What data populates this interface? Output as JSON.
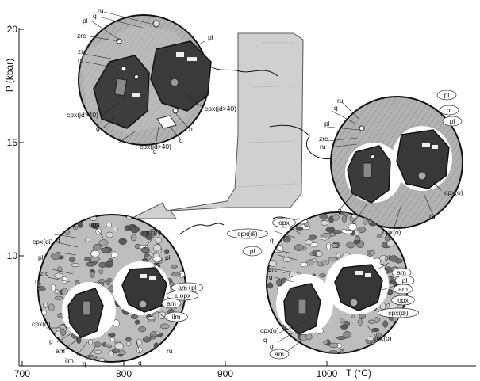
{
  "axes": {
    "y_label": "P (kbar)",
    "x_label": "T (°C)",
    "y_ticks": [
      {
        "v": 20,
        "label": "20"
      },
      {
        "v": 15,
        "label": "15"
      },
      {
        "v": 10,
        "label": "10"
      }
    ],
    "x_ticks": [
      {
        "v": 700,
        "label": "700"
      },
      {
        "v": 800,
        "label": "800"
      },
      {
        "v": 900,
        "label": "900"
      },
      {
        "v": 1000,
        "label": "1000"
      }
    ]
  },
  "arrow": {
    "description": "grey shaded P–T path arrow"
  },
  "panels": [
    {
      "id": "panel-peak",
      "labels": [
        "ru",
        "q",
        "pl",
        "zrc",
        "zrc",
        "ru",
        "pl",
        "cpx(jd>40)",
        "g",
        "cpx(jd>40)",
        "q",
        "cpx(jd>40)",
        "ru",
        "q"
      ]
    },
    {
      "id": "panel-decompression",
      "labels": [
        "ru",
        "q",
        "pl",
        "zrc",
        "ru",
        "pl",
        "pl",
        "pl",
        "g",
        "q",
        "cpx(o)",
        "ru",
        "cpx(o)"
      ],
      "circled": [
        "pl",
        "pl",
        "pl"
      ]
    },
    {
      "id": "panel-left",
      "labels": [
        "opx",
        "cpx(di)",
        "q",
        "pl",
        "zrc",
        "ru",
        "cpx(o)",
        "pl",
        "am+pl",
        "± opx",
        "am",
        "ilm",
        "cpx(o)",
        "g",
        "am",
        "ilm",
        "q",
        "ru",
        "q"
      ],
      "circled": [
        "am+pl ± opx",
        "am",
        "ilm"
      ]
    },
    {
      "id": "panel-right",
      "labels": [
        "opx",
        "cpx(di)",
        "pl",
        "q",
        "zrc",
        "ru",
        "pl",
        "am",
        "pl",
        "am",
        "opx",
        "cpx(di)",
        "cpx(o)",
        "q",
        "g",
        "am",
        "cpx(o)",
        "q"
      ],
      "circled": [
        "opx",
        "cpx(di)",
        "pl",
        "am",
        "pl",
        "am",
        "opx",
        "cpx(di)",
        "am"
      ]
    }
  ],
  "colors": {
    "garnet": "#3a3a3a",
    "arrow_fill": "#cfcfcf",
    "matrix": "#a9a9a9",
    "rim": "#ffffff",
    "outline": "#111111"
  }
}
